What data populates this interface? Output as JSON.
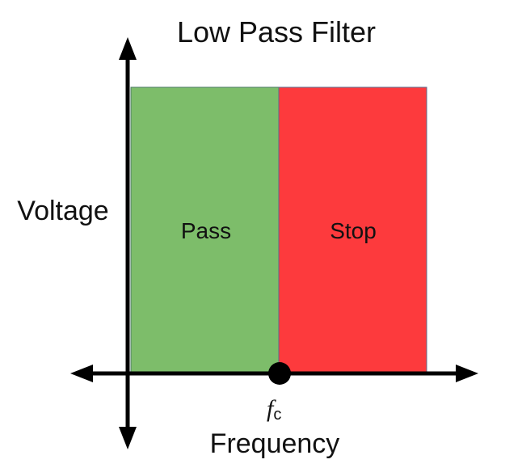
{
  "diagram": {
    "title": "Low Pass Filter",
    "y_axis_label": "Voltage",
    "x_axis_label": "Frequency",
    "regions": [
      {
        "label": "Pass",
        "color": "#7dbd6a"
      },
      {
        "label": "Stop",
        "color": "#fd3a3d"
      }
    ],
    "cutoff": {
      "symbol": "f",
      "subscript": "c"
    },
    "axis_color": "#000000"
  }
}
